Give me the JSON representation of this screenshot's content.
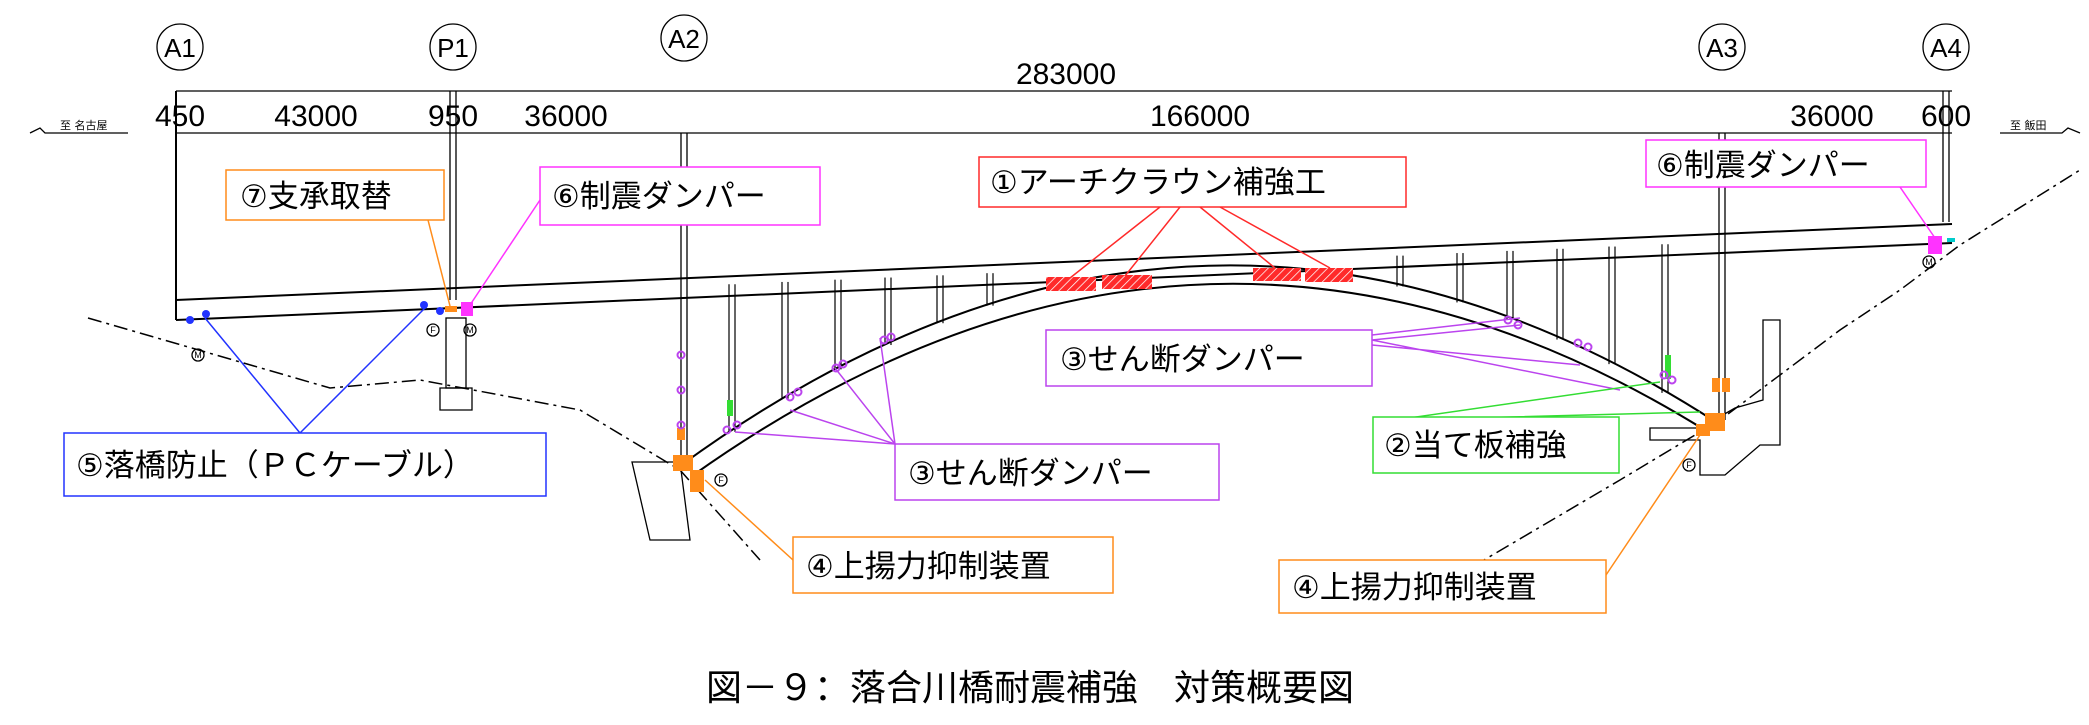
{
  "axes": [
    "A1",
    "P1",
    "A2",
    "A3",
    "A4"
  ],
  "dimensions": {
    "total": "283000",
    "spans": [
      "450",
      "43000",
      "950",
      "36000",
      "166000",
      "36000",
      "600"
    ]
  },
  "destinations": {
    "left": "至 名古屋",
    "right": "至 飯田"
  },
  "bearing_marks": {
    "movable": "M",
    "fixed": "F"
  },
  "labels": {
    "bearing_replacement": "⑦支承取替",
    "damper_left": "⑥制震ダンパー",
    "arch_crown": "①アーチクラウン補強工",
    "damper_right": "⑥制震ダンパー",
    "shear_damper_upper": "③せん断ダンパー",
    "plate_reinforcement": "②当て板補強",
    "unseating_prevention": "⑤落橋防止（ＰＣケーブル）",
    "shear_damper_lower": "③せん断ダンパー",
    "uplift_left": "④上揚力抑制装置",
    "uplift_right": "④上揚力抑制装置"
  },
  "caption": "図－９：落合川橋耐震補強　対策概要図",
  "colors": {
    "orange": "#ff8c1a",
    "magenta": "#ff33ff",
    "red": "#ff2a2a",
    "violet": "#bb44ee",
    "green": "#33dd33",
    "blue": "#2233ff"
  }
}
